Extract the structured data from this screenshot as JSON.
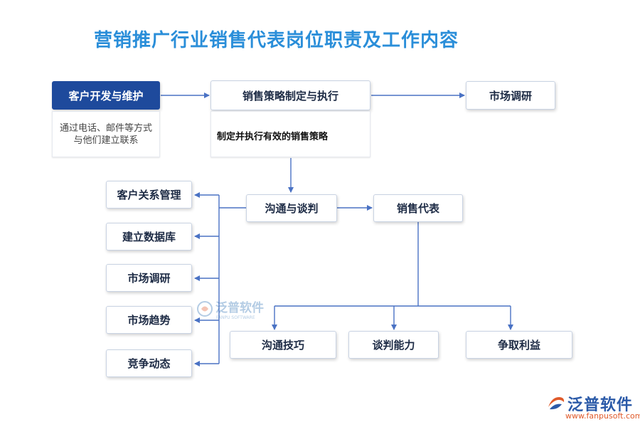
{
  "title": "营销推广行业销售代表岗位职责及工作内容",
  "nodes": {
    "customer_dev": "客户开发与维护",
    "customer_dev_desc": "通过电话、邮件等方式\n与他们建立联系",
    "strategy": "销售策略制定与执行",
    "strategy_desc": "制定并执行有效的销售策略",
    "market_research_top": "市场调研",
    "communication": "沟通与谈判",
    "sales_rep": "销售代表",
    "crm": "客户关系管理",
    "database": "建立数据库",
    "market_research": "市场调研",
    "market_trend": "市场趋势",
    "competition": "竞争动态",
    "comm_skill": "沟通技巧",
    "negotiation": "谈判能力",
    "win_benefit": "争取利益"
  },
  "watermark": {
    "name": "泛普软件",
    "sub": "FANPU SOFTWARE"
  },
  "logo": {
    "name": "泛普软件",
    "url": "www.fanpusoft.com"
  },
  "colors": {
    "title": "#2a8ed9",
    "primary_box": "#1e4a9c",
    "connector": "#4a72c4"
  }
}
